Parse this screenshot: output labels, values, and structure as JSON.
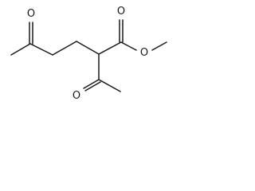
{
  "atoms": {
    "ketone_oxygen": "O",
    "ester_carbonyl_oxygen": "O",
    "ester_ether_oxygen": "O",
    "acetyl_oxygen": "O"
  }
}
